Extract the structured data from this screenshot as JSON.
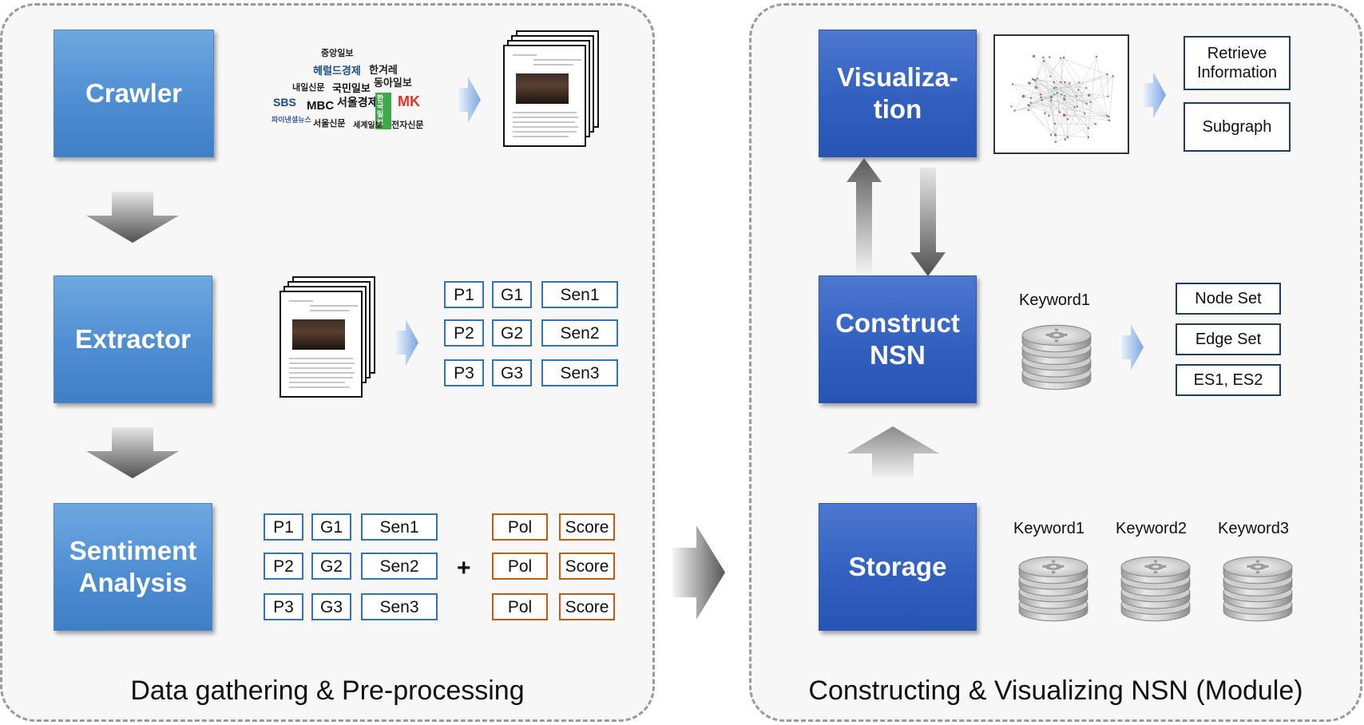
{
  "panels": {
    "left_title": "Data gathering & Pre-processing",
    "right_title": "Constructing & Visualizing NSN (Module)"
  },
  "left": {
    "crawler": "Crawler",
    "extractor": "Extractor",
    "sentiment_line1": "Sentiment",
    "sentiment_line2": "Analysis",
    "logos": [
      "중앙일보",
      "헤럴드경제",
      "한겨레",
      "내일신문",
      "국민일보",
      "동아일보",
      "SBS",
      "MBC",
      "서울경제",
      "한국일보",
      "MK",
      "파이낸셜뉴스",
      "서울신문",
      "세계일보",
      "전자신문"
    ],
    "extract_rows": [
      {
        "p": "P1",
        "g": "G1",
        "sen": "Sen1"
      },
      {
        "p": "P2",
        "g": "G2",
        "sen": "Sen2"
      },
      {
        "p": "P3",
        "g": "G3",
        "sen": "Sen3"
      }
    ],
    "sentiment_rows": [
      {
        "p": "P1",
        "g": "G1",
        "sen": "Sen1",
        "pol": "Pol",
        "score": "Score"
      },
      {
        "p": "P2",
        "g": "G2",
        "sen": "Sen2",
        "pol": "Pol",
        "score": "Score"
      },
      {
        "p": "P3",
        "g": "G3",
        "sen": "Sen3",
        "pol": "Pol",
        "score": "Score"
      }
    ],
    "plus": "+"
  },
  "right": {
    "visualization_line1": "Visualiza-",
    "visualization_line2": "tion",
    "construct_line1": "Construct",
    "construct_line2": "NSN",
    "storage": "Storage",
    "retrieve_line1": "Retrieve",
    "retrieve_line2": "Information",
    "subgraph": "Subgraph",
    "keyword_single": "Keyword1",
    "node_set": "Node Set",
    "edge_set": "Edge Set",
    "es": "ES1, ES2",
    "storage_keywords": [
      "Keyword1",
      "Keyword2",
      "Keyword3"
    ]
  },
  "colors": {
    "light_box": "#4f8ed3",
    "dark_box": "#3260c0",
    "tag_blue": "#2f75b6",
    "tag_orange": "#c55a11",
    "arrow_light": "#8fb4e8"
  }
}
